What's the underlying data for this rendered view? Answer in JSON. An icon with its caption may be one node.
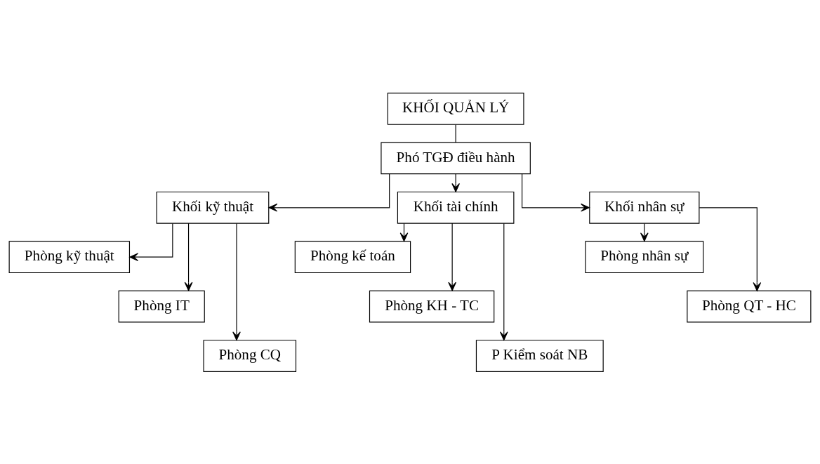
{
  "diagram": {
    "nodes": [
      {
        "text": [
          "KHỐI QUẢN LÝ"
        ]
      },
      {
        "text": [
          "Phó TGĐ điều hành"
        ]
      },
      {
        "text": [
          "Khối kỹ thuật"
        ]
      },
      {
        "text": [
          "Khối tài chính"
        ]
      },
      {
        "text": [
          "Khối nhân sự"
        ]
      },
      {
        "text": [
          "Phòng kỹ thuật"
        ]
      },
      {
        "text": [
          "Phòng IT"
        ]
      },
      {
        "text": [
          "Phòng CQ"
        ]
      },
      {
        "text": [
          "Phòng kế toán"
        ]
      },
      {
        "text": [
          "Phòng KH - TC"
        ]
      },
      {
        "text": [
          "P Kiểm soát NB"
        ]
      },
      {
        "text": [
          "Phòng nhân sự"
        ]
      },
      {
        "text": [
          "Phòng QT - HC"
        ]
      }
    ],
    "edges": [
      {
        "from": 0,
        "to": 1,
        "arrow": "none"
      },
      {
        "from": 1,
        "to": 2,
        "arrow": "to"
      },
      {
        "from": 1,
        "to": 3,
        "arrow": "to"
      },
      {
        "from": 1,
        "to": 4,
        "arrow": "to"
      },
      {
        "from": 2,
        "to": 5,
        "arrow": "to"
      },
      {
        "from": 2,
        "to": 6,
        "arrow": "to"
      },
      {
        "from": 2,
        "to": 7,
        "arrow": "to"
      },
      {
        "from": 3,
        "to": 8,
        "arrow": "to"
      },
      {
        "from": 3,
        "to": 9,
        "arrow": "to"
      },
      {
        "from": 3,
        "to": 10,
        "arrow": "to"
      },
      {
        "from": 4,
        "to": 11,
        "arrow": "to"
      },
      {
        "from": 4,
        "to": 12,
        "arrow": "to"
      }
    ]
  }
}
